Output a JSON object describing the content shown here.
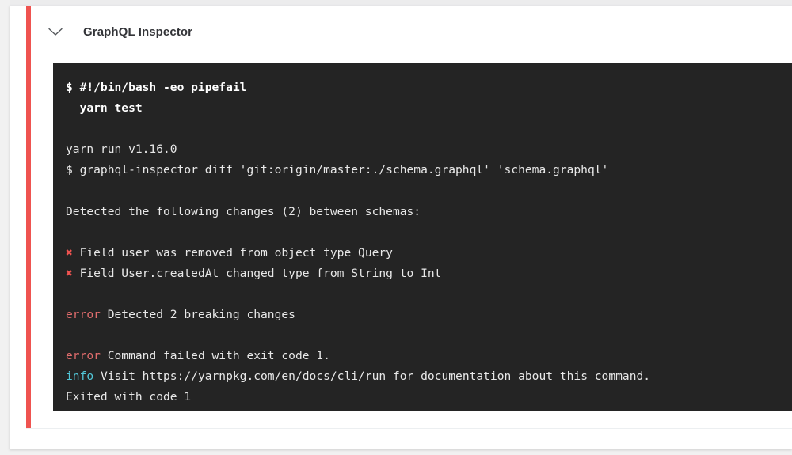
{
  "card": {
    "status_color": "#ef5350",
    "header": {
      "collapse_icon": "chevron-down-icon",
      "title": "GraphQL Inspector"
    }
  },
  "terminal": {
    "background": "#242424",
    "text_color": "#e8e8e8",
    "error_color": "#e06c6c",
    "info_color": "#52c7d8",
    "cross_color": "#ef5350",
    "lines": [
      {
        "kind": "command",
        "text": "$ #!/bin/bash -eo pipefail"
      },
      {
        "kind": "command",
        "text": "  yarn test"
      },
      {
        "kind": "blank",
        "text": " "
      },
      {
        "kind": "plain",
        "text": "yarn run v1.16.0"
      },
      {
        "kind": "plain",
        "text": "$ graphql-inspector diff 'git:origin/master:./schema.graphql' 'schema.graphql'"
      },
      {
        "kind": "blank",
        "text": " "
      },
      {
        "kind": "plain",
        "text": "Detected the following changes (2) between schemas:"
      },
      {
        "kind": "blank",
        "text": " "
      },
      {
        "kind": "cross",
        "marker": "✖",
        "text": " Field user was removed from object type Query"
      },
      {
        "kind": "cross",
        "marker": "✖",
        "text": " Field User.createdAt changed type from String to Int"
      },
      {
        "kind": "blank",
        "text": " "
      },
      {
        "kind": "tagged",
        "tag": "error",
        "tag_kind": "error",
        "text": " Detected 2 breaking changes"
      },
      {
        "kind": "blank",
        "text": " "
      },
      {
        "kind": "tagged",
        "tag": "error",
        "tag_kind": "error",
        "text": " Command failed with exit code 1."
      },
      {
        "kind": "tagged",
        "tag": "info",
        "tag_kind": "info",
        "text": " Visit https://yarnpkg.com/en/docs/cli/run for documentation about this command."
      },
      {
        "kind": "plain",
        "text": "Exited with code 1"
      }
    ]
  }
}
